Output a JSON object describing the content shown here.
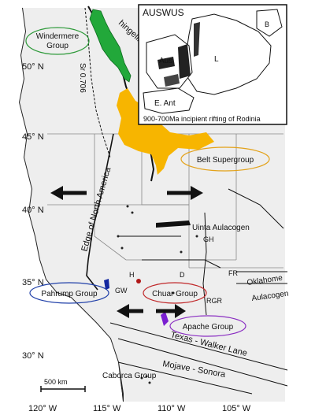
{
  "inset": {
    "title": "AUSWUS",
    "caption": "900-700Ma incipient rifting of Rodinia",
    "labels": {
      "australia": "Aus",
      "laurentia": "L",
      "antarctica": "E. Ant",
      "baltica": "B"
    }
  },
  "latitudes": [
    "50° N",
    "45° N",
    "40° N",
    "35° N",
    "30° N"
  ],
  "longitudes": [
    "120° W",
    "115° W",
    "110° W",
    "105° W"
  ],
  "features": {
    "hingeline": "hingeline",
    "isotope_line": "Sr 0.706",
    "margin": "Edge of North America",
    "uinta": "Uinta Aulacogen",
    "gh": "GH",
    "fr": "FR",
    "rgr": "RGR",
    "gw": "GW",
    "h": "H",
    "d": "D",
    "oklahoma_1": "Oklahome",
    "oklahoma_2": "Aulacogen",
    "texas": "Texas - Walker Lane",
    "mojave": "Mojave - Sonora",
    "caborca": "Caborca Group",
    "scale": "500 km"
  },
  "groups": [
    {
      "name": "Windermere Group",
      "line1": "Windermere",
      "line2": "Group",
      "color": "#2e9a3a"
    },
    {
      "name": "Belt Supergroup",
      "color": "#e3a21a"
    },
    {
      "name": "Pahrump Group",
      "color": "#1f3fa8"
    },
    {
      "name": "Chuar Group",
      "color": "#c0282a"
    },
    {
      "name": "Apache Group",
      "color": "#8a2ec2"
    }
  ],
  "colors": {
    "windermere_fill": "#22a83a",
    "belt_fill": "#f7b500",
    "pahrump_fill": "#1428a0",
    "chuar_fill": "#b01818",
    "apache_fill": "#7a1fd0"
  }
}
